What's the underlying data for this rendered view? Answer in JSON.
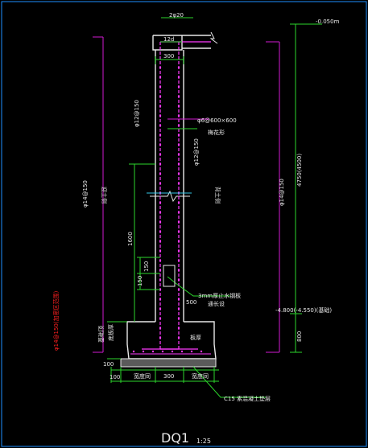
{
  "drawing": {
    "title": "DQ1",
    "scale": "1:25",
    "colors": {
      "background": "#000000",
      "wall": "#e8e8e8",
      "dimension": "#2bd62b",
      "magenta": "#d21ad2",
      "rebar": "#ff3bff",
      "label": "#ffffff",
      "red_text": "#ff2020",
      "cyan": "#35c8e8",
      "fill": "#7a7a7a"
    },
    "top_labels": {
      "bar_2phi20": "2φ20",
      "lap_12d": "12d",
      "elev_top": "-0.050m"
    },
    "wall_labels": {
      "thickness": "300",
      "vert_bar_left": "φ12@150",
      "tie_bar": "φ6@600×600",
      "tie_bar_note": "梅花形",
      "vert_bar_right": "φ12@150",
      "face_outer": "迎土侧",
      "face_inner": "背土侧"
    },
    "left_dims": {
      "horiz_bar_magenta": "φ14@150",
      "red_note": "φ14@150(加密区范围)",
      "lap": "1600",
      "d150a": "150",
      "d150b": "150",
      "d500": "500",
      "base_mark": "基础顶"
    },
    "right_dims": {
      "horiz_bar": "φ14@150",
      "height": "4750(4500)",
      "base_height": "800",
      "elev_bottom": "-4.800(-4.550)(基础)"
    },
    "waterstop": {
      "label": "3mm厚止水钢板",
      "label2": "通长设"
    },
    "footing": {
      "label_pad": "100",
      "left_ext": "100",
      "seg_left": "宽度同",
      "seg_mid": "300",
      "seg_right": "宽度同",
      "right_mark": "板厚",
      "left_mark": "底板厚"
    },
    "bottom_note": "C15 素混凝土垫层"
  }
}
